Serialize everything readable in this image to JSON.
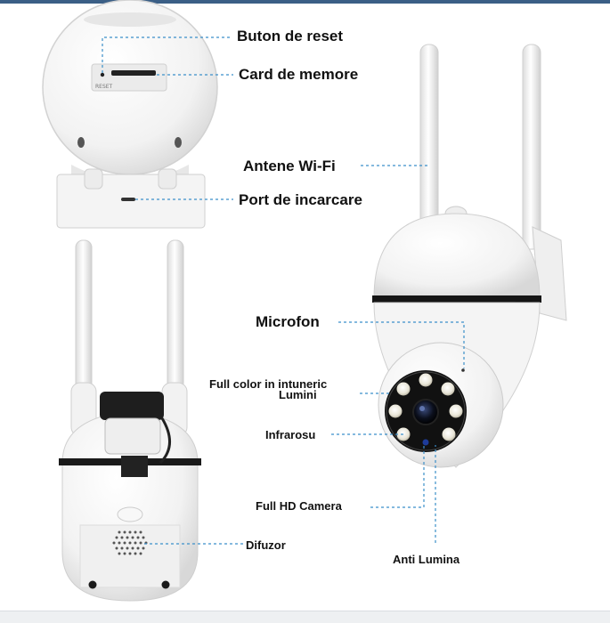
{
  "labels": {
    "reset_button": "Buton de reset",
    "memory_card": "Card de memore",
    "wifi_antennas": "Antene Wi-Fi",
    "charging_port": "Port de incarcare",
    "microphone": "Microfon",
    "full_color_night": "Full color in intuneric",
    "lights": "Lumini",
    "infrared": "Infrarosu",
    "full_hd_camera": "Full HD Camera",
    "speaker": "Difuzor",
    "anti_light": "Anti Lumina"
  },
  "device_text": {
    "reset_marking": "RESET"
  },
  "colors": {
    "leader_line": "#3b8fc9",
    "body": "#f7f7f7",
    "band": "#1a1a1a",
    "frame_bar": "#3b5f86"
  }
}
